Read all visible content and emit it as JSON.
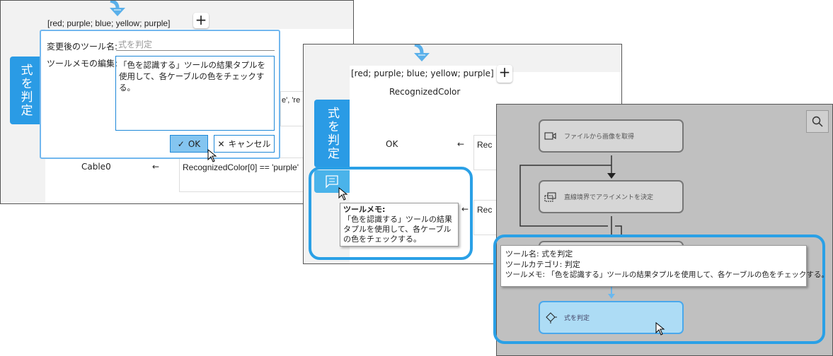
{
  "panel1": {
    "list_value": "[red; purple; blue; yellow; purple]",
    "plus_label": "+",
    "tab_label": "式を判定",
    "row_left": "Cable0",
    "row_arrow": "←",
    "row_expr": "RecognizedColor[0] == 'purple'",
    "partial_expr": "e', 're",
    "dialog": {
      "name_label": "変更後のツール名:",
      "name_placeholder": "式を判定",
      "memo_label": "ツールメモの編集:",
      "memo_value": "「色を認識する」ツールの結果タプルを使用して、各ケーブルの色をチェックする。",
      "ok_label": "OK",
      "cancel_label": "キャンセル"
    }
  },
  "panel2": {
    "list_value": "[red; purple; blue; yellow; purple]",
    "plus_label": "+",
    "column_header": "RecognizedColor",
    "tab_label": "式を判定",
    "row1_left": "OK",
    "row1_arrow": "←",
    "row1_expr": "Rec",
    "row2_arrow": "←",
    "row2_expr": "Rec",
    "tooltip_title": "ツールメモ:",
    "tooltip_body": "「色を認識する」ツールの結果タプルを使用して、各ケーブルの色をチェックする。"
  },
  "panel3": {
    "nodes": [
      {
        "label": "ファイルから画像を取得",
        "icon": "camera-icon"
      },
      {
        "label": "直線境界でアライメントを決定",
        "icon": "alignment-icon"
      },
      {
        "label": "式を判定",
        "icon": "decision-icon"
      }
    ],
    "tooltip": {
      "line1": "ツール名: 式を判定",
      "line2": "ツールカテゴリ: 判定",
      "line3": "ツールメモ: 「色を認識する」ツールの結果タプルを使用して、各ケーブルの色をチェックする。"
    }
  },
  "colors": {
    "accent": "#2a9be5",
    "highlight": "#2aa0e6",
    "selected_node": "#addcf5",
    "canvas": "#c0c0c0"
  }
}
